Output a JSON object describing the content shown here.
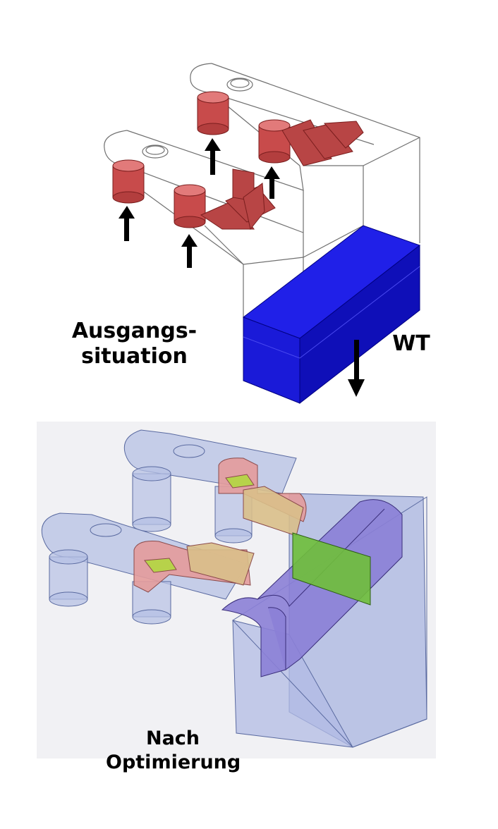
{
  "labels": {
    "top_line1": "Ausgangs-",
    "top_line2": "situation",
    "wt": "WT",
    "bottom_line1": "Nach",
    "bottom_line2": "Optimierung"
  },
  "colors": {
    "cylinder_red": "#c84b4b",
    "cooler_blue": "#1414e0",
    "cooler_blue_dark": "#0a0aa8",
    "arrow": "#000000",
    "mold_fill": "#a9b4dc",
    "channel_pink": "#e09a9a",
    "channel_tan": "#d8c08c",
    "channel_purple": "#8c7fd6",
    "heat_sink_green": "#6fbf3a"
  }
}
